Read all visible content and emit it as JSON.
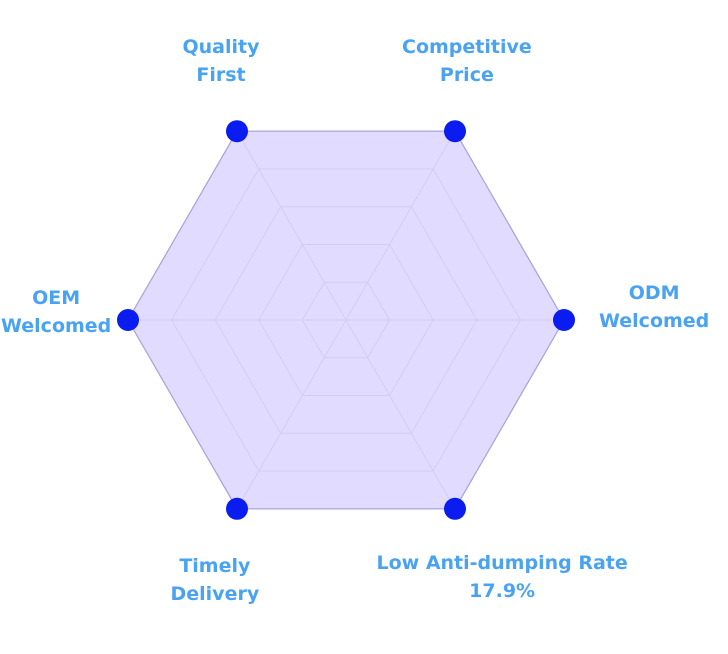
{
  "chart_data": {
    "type": "radar",
    "categories": [
      {
        "lines": [
          "Quality",
          "First"
        ]
      },
      {
        "lines": [
          "Competitive",
          "Price"
        ]
      },
      {
        "lines": [
          "ODM",
          "Welcomed"
        ]
      },
      {
        "lines": [
          "Low Anti-dumping Rate",
          "17.9%"
        ]
      },
      {
        "lines": [
          "Timely",
          "Delivery"
        ]
      },
      {
        "lines": [
          "OEM",
          "Welcomed"
        ]
      }
    ],
    "series": [
      {
        "values": [
          5,
          5,
          5,
          5,
          5,
          5
        ]
      }
    ],
    "rlim": [
      0,
      5
    ],
    "rings": 5,
    "grid": true,
    "colors": {
      "fill": "#dcd6ff",
      "grid": "#9b95c9",
      "outline": "#a9a3d9",
      "point": "#0a1cf0",
      "label": "#4aa3f0"
    }
  }
}
